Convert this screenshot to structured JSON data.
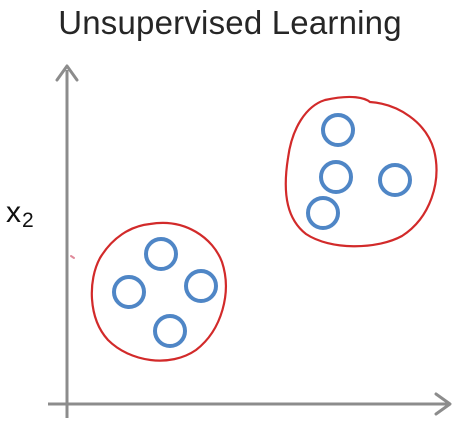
{
  "title": "Unsupervised Learning",
  "y_axis_label": {
    "base": "x",
    "subscript": "2"
  },
  "colors": {
    "axis": "#8c8c8c",
    "point": "#4f86c6",
    "cluster_outline": "#d22a2a",
    "text": "#262626"
  },
  "icons": [
    "y-axis-arrow-icon",
    "x-axis-arrow-icon"
  ],
  "clusters": [
    {
      "name": "cluster-bottom-left",
      "point_count": 4
    },
    {
      "name": "cluster-top-right",
      "point_count": 4
    }
  ]
}
